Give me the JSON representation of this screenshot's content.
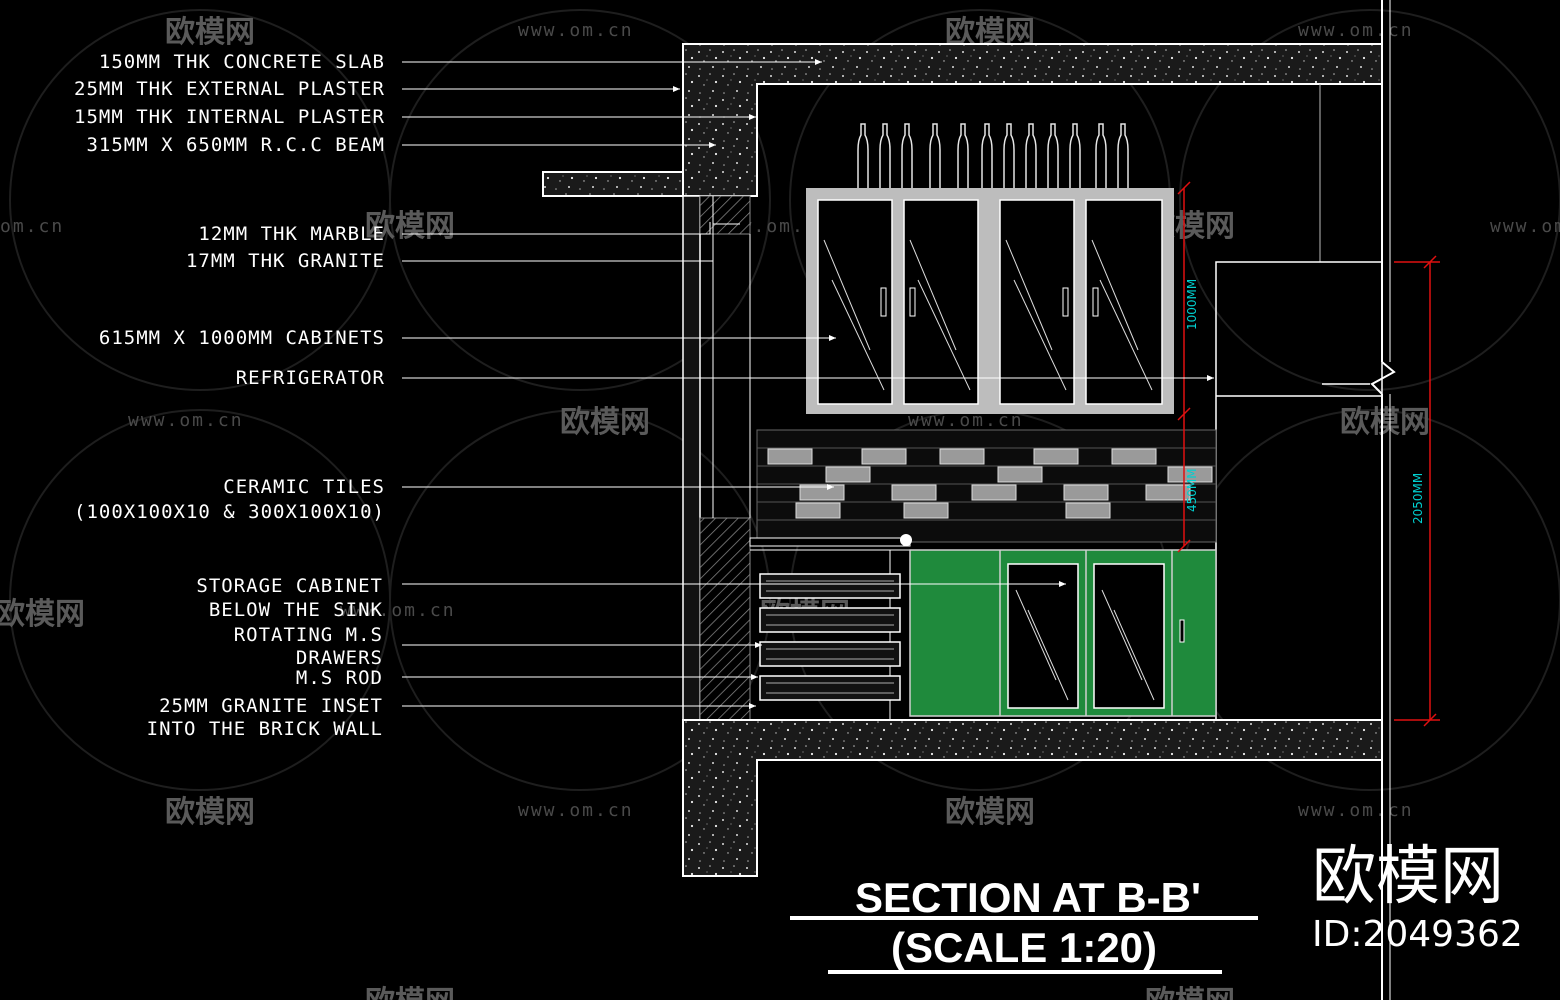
{
  "labels": {
    "concrete_slab": "150MM THK CONCRETE SLAB",
    "external_plaster": "25MM THK EXTERNAL PLASTER",
    "internal_plaster": "15MM THK INTERNAL PLASTER",
    "rcc_beam": "315MM X 650MM R.C.C BEAM",
    "marble": "12MM THK MARBLE",
    "granite": "17MM THK GRANITE",
    "cabinets": "615MM X 1000MM CABINETS",
    "refrigerator": "REFRIGERATOR",
    "ceramic_tiles_1": "CERAMIC TILES",
    "ceramic_tiles_2": "(100X100X10 & 300X100X10)",
    "storage_cabinet_1": "STORAGE CABINET",
    "storage_cabinet_2": "BELOW THE SINK",
    "drawers_1": "ROTATING M.S",
    "drawers_2": "DRAWERS",
    "ms_rod": "M.S ROD",
    "granite_inset_1": "25MM GRANITE INSET",
    "granite_inset_2": "INTO THE BRICK WALL"
  },
  "dimensions": {
    "cabinet_height": "1000MM",
    "tile_height": "450MM",
    "overall_height": "2050MM"
  },
  "title": {
    "line1": "SECTION AT B-B'",
    "line2": "(SCALE 1:20)"
  },
  "watermark": {
    "brand": "欧模网",
    "url": "www.om.cn",
    "url_partial": "om.cn",
    "id": "ID:2049362"
  },
  "colors": {
    "background": "#000000",
    "linework": "#ffffff",
    "cabinet_green": "#1f8a3c",
    "dimension_red": "#e01010",
    "dimension_text": "#00d0d0"
  }
}
